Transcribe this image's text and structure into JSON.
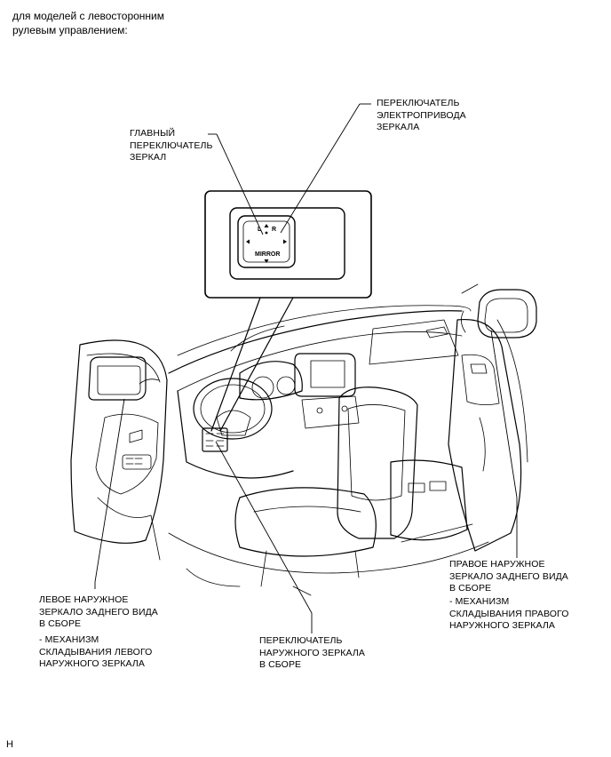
{
  "header": {
    "line1": "для моделей с левосторонним",
    "line2": "рулевым управлением:"
  },
  "callouts": {
    "mirror_actuator_switch": "ПЕРЕКЛЮЧАТЕЛЬ\nЭЛЕКТРОПРИВОДА\nЗЕРКАЛА",
    "main_mirror_switch": "ГЛАВНЫЙ\nПЕРЕКЛЮЧАТЕЛЬ\nЗЕРКАЛ",
    "right_mirror_assembly": "ПРАВОЕ НАРУЖНОЕ\nЗЕРКАЛО ЗАДНЕГО ВИДА\nВ СБОРЕ",
    "right_fold_mechanism": "- МЕХАНИЗМ\nСКЛАДЫВАНИЯ ПРАВОГО\nНАРУЖНОГО ЗЕРКАЛА",
    "left_mirror_assembly": "ЛЕВОЕ НАРУЖНОЕ\nЗЕРКАЛО ЗАДНЕГО ВИДА\nВ СБОРЕ",
    "left_fold_mechanism": "- МЕХАНИЗМ\nСКЛАДЫВАНИЯ ЛЕВОГО\nНАРУЖНОГО ЗЕРКАЛА",
    "outer_mirror_switch_assembly": "ПЕРЕКЛЮЧАТЕЛЬ\nНАРУЖНОГО ЗЕРКАЛА\nВ СБОРЕ"
  },
  "switch_face": {
    "left_letter": "L",
    "right_letter": "R",
    "label": "MIRROR"
  },
  "footer": {
    "code": "H"
  }
}
